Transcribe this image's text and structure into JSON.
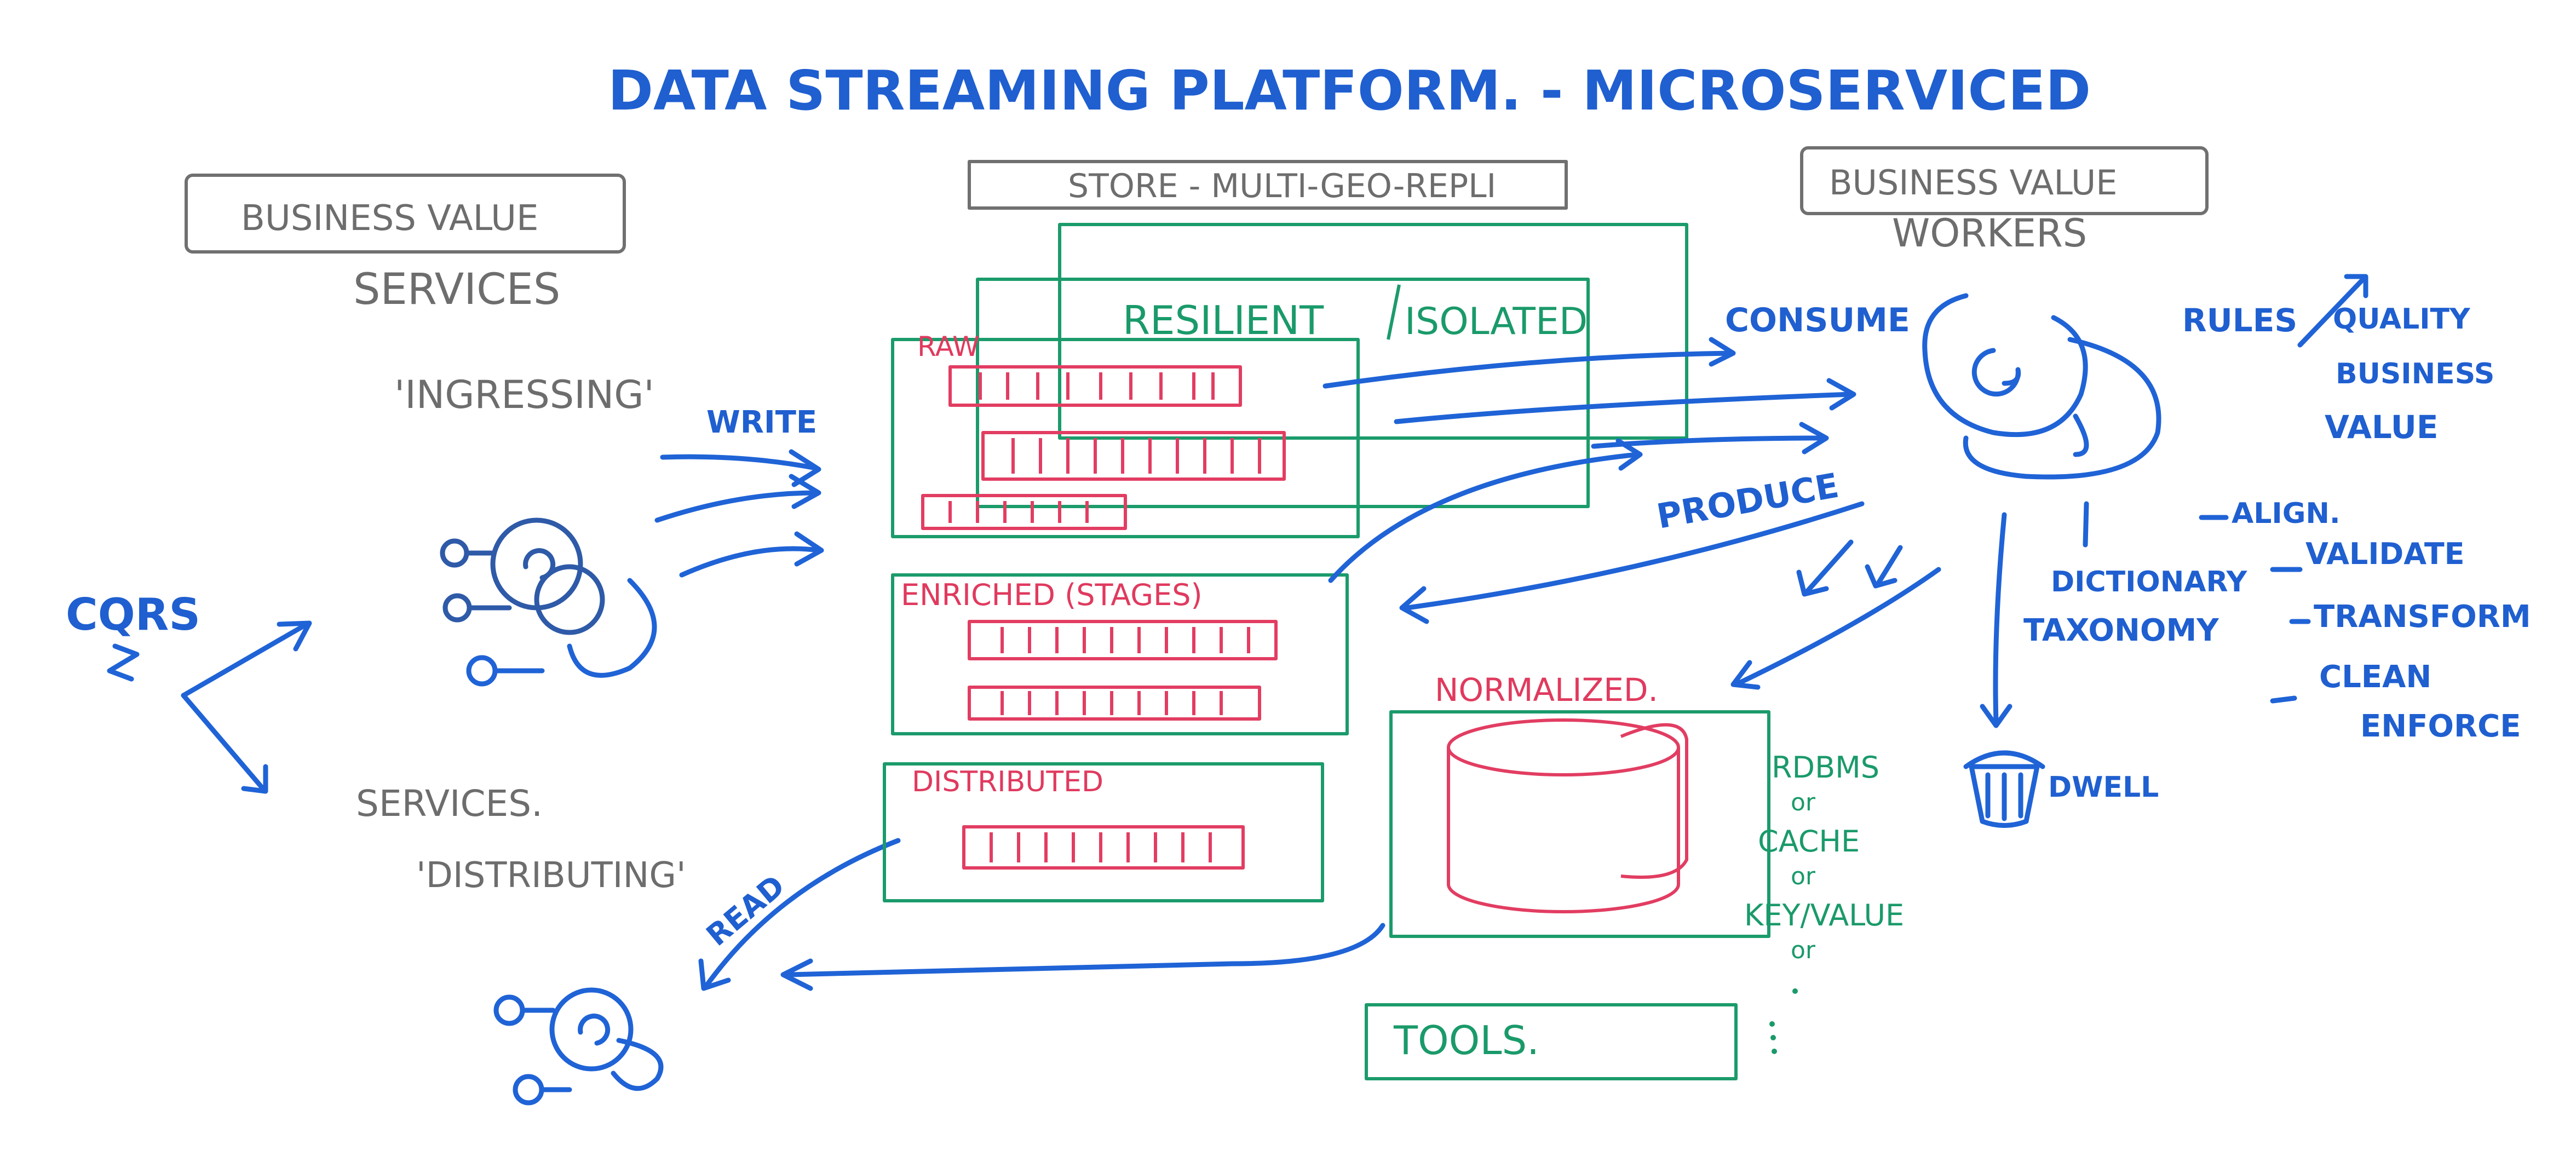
{
  "title": "DATA STREAMING   PLATFORM. - MICROSERVICED",
  "left": {
    "header_box": "BUSINESS VALUE",
    "services_label": "SERVICES",
    "ingressing": "'INGRESSING'",
    "write": "WRITE",
    "cqrs": "CQRS",
    "services2": "SERVICES.",
    "distributing": "'DISTRIBUTING'",
    "read": "READ"
  },
  "center": {
    "store_header": "STORE - MULTI-GEO-REPLI",
    "resilient": "RESILIENT",
    "isolated": "ISOLATED",
    "raw": "RAW",
    "enriched": "ENRICHED (STAGES)",
    "distributed": "DISTRIBUTED",
    "normalized": "NORMALIZED.",
    "rdbms": "RDBMS",
    "or1": "or",
    "cache": "CACHE",
    "or2": "or",
    "keyvalue": "KEY/VALUE",
    "or3": "or",
    "tools": "TOOLS."
  },
  "right": {
    "header_box": "BUSINESS VALUE",
    "workers": "WORKERS",
    "consume": "CONSUME",
    "produce": "PRODUCE",
    "rules": "RULES",
    "quality": "QUALITY",
    "business": "BUSINESS",
    "value": "VALUE",
    "align": "ALIGN.",
    "validate": "VALIDATE",
    "transform": "TRANSFORM",
    "clean": "CLEAN",
    "enforce": "ENFORCE",
    "dictionary": "DICTIONARY",
    "taxonomy": "TAXONOMY",
    "trash": "DWELL"
  }
}
